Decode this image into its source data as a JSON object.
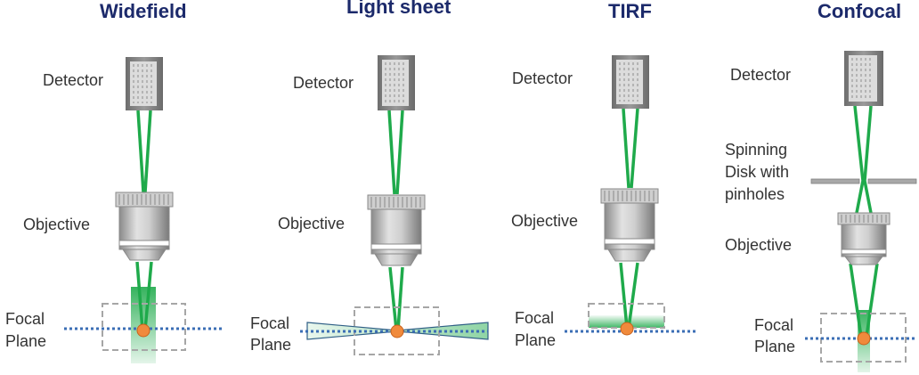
{
  "panels": [
    {
      "title": "Widefield",
      "detector_label": "Detector",
      "objective_label": "Objective",
      "focal_label": [
        "Focal",
        "Plane"
      ]
    },
    {
      "title": "Light sheet",
      "detector_label": "Detector",
      "objective_label": "Objective",
      "focal_label": [
        "Focal",
        "Plane"
      ]
    },
    {
      "title": "TIRF",
      "detector_label": "Detector",
      "objective_label": "Objective",
      "focal_label": [
        "Focal",
        "Plane"
      ]
    },
    {
      "title": "Confocal",
      "detector_label": "Detector",
      "disk_label": [
        "Spinning",
        "Disk with",
        "pinholes"
      ],
      "objective_label": "Objective",
      "focal_label": [
        "Focal",
        "Plane"
      ]
    }
  ],
  "colors": {
    "title": "#1c2a6b",
    "beam": "#1faa4b",
    "fluorophore": "#f08a3c",
    "focal_line": "#3b6eb5",
    "box": "#a6a6a6"
  },
  "icons": [
    "detector-icon",
    "objective-icon",
    "fluorophore-icon"
  ]
}
